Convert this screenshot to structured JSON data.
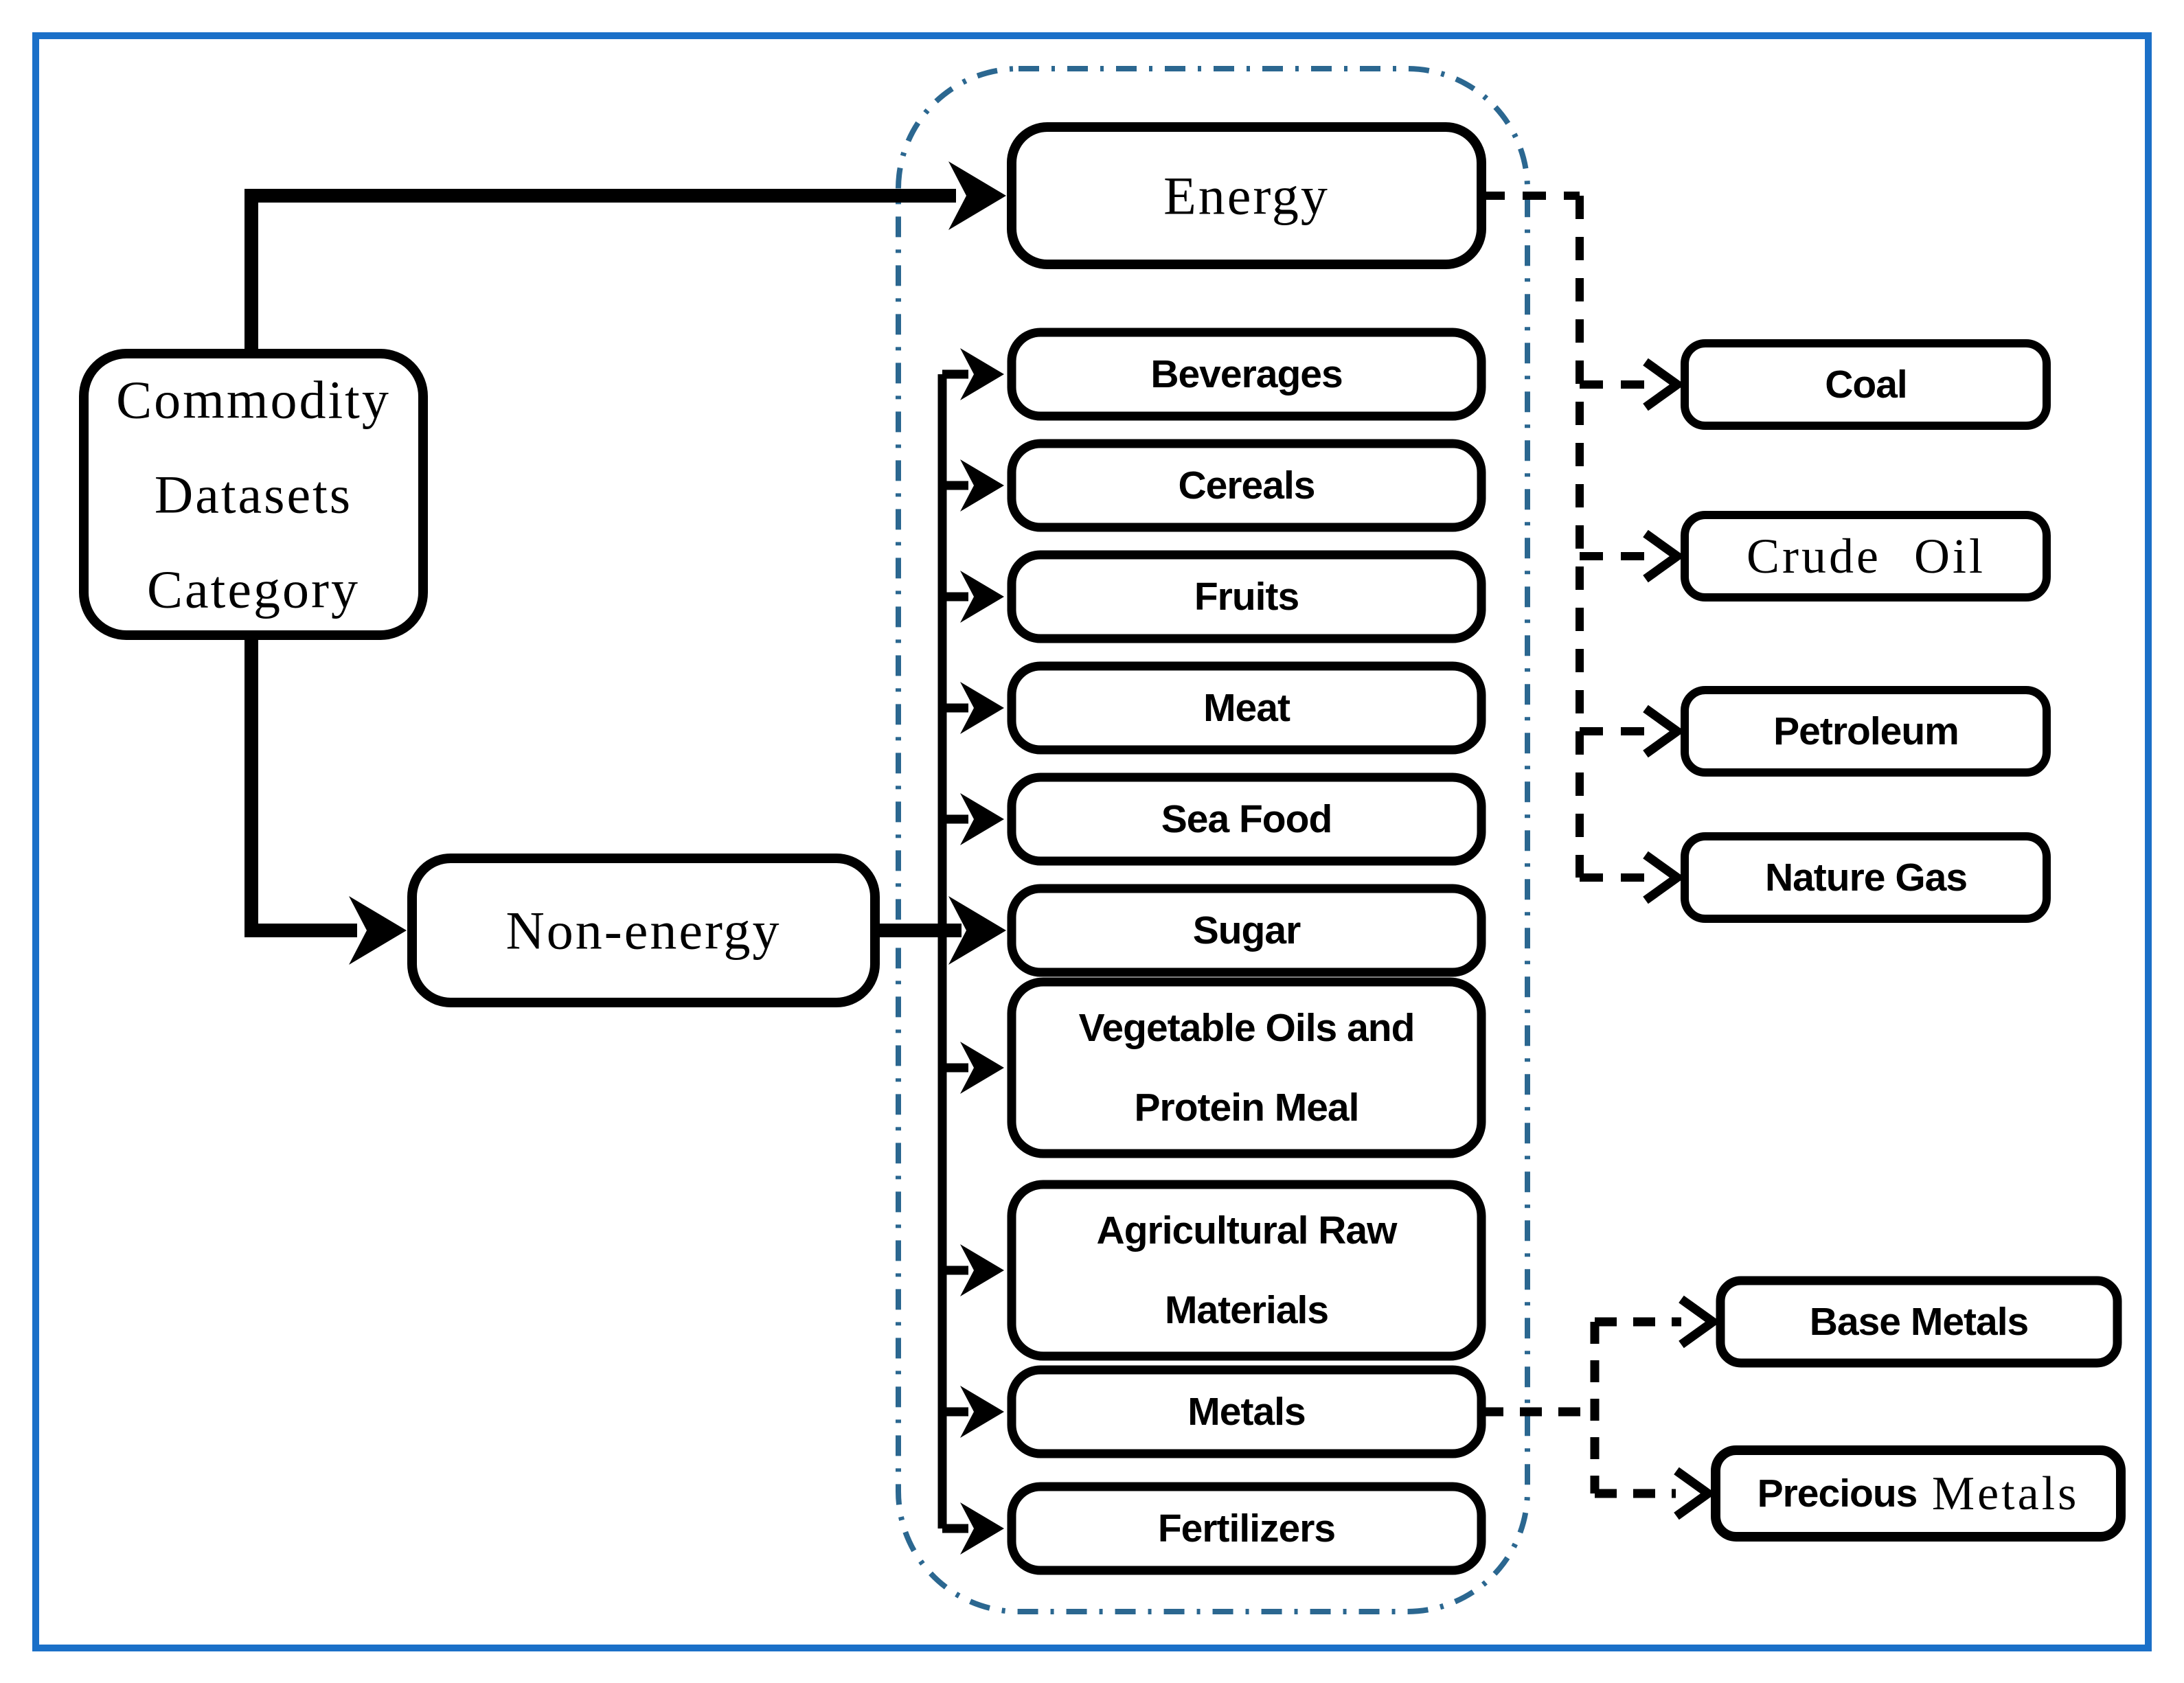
{
  "title": "Commodity Datasets Category diagram",
  "colors": {
    "outer_frame_blue": "#1b70c8",
    "group_dash_blue": "#2b6790",
    "node_stroke": "#000000",
    "background": "#ffffff"
  },
  "root": {
    "lines": [
      "Commodity",
      "Datasets",
      "Category"
    ]
  },
  "level1": [
    {
      "label": "Energy"
    },
    {
      "label": "Non-energy"
    }
  ],
  "non_energy_categories": [
    {
      "label": "Beverages"
    },
    {
      "label": "Cereals"
    },
    {
      "label": "Fruits"
    },
    {
      "label": "Meat"
    },
    {
      "label": "Sea Food"
    },
    {
      "label": "Sugar"
    },
    {
      "lines": [
        "Vegetable Oils and",
        "Protein Meal"
      ]
    },
    {
      "lines": [
        "Agricultural Raw",
        "Materials"
      ]
    },
    {
      "label": "Metals"
    },
    {
      "label": "Fertilizers"
    }
  ],
  "energy_subtypes": [
    {
      "label": "Coal"
    },
    {
      "label": "Crude Oil"
    },
    {
      "label": "Petroleum"
    },
    {
      "label": "Nature Gas"
    }
  ],
  "metals_subtypes": [
    {
      "label": "Base Metals"
    },
    {
      "part1": "Precious",
      "part2": " Metals"
    }
  ]
}
